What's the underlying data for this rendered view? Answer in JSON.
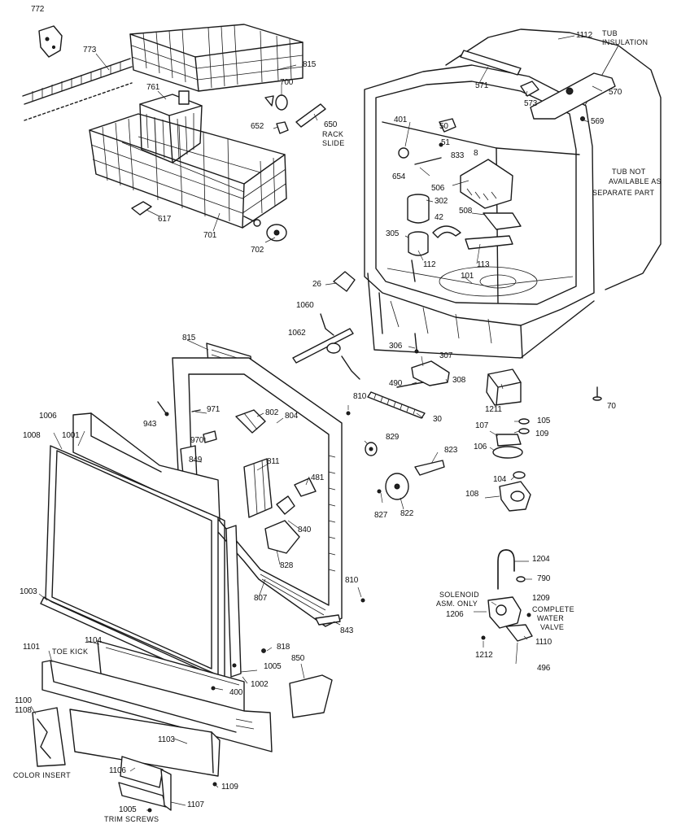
{
  "diagram": {
    "callouts": [
      {
        "id": "c772",
        "text": "772"
      },
      {
        "id": "c773",
        "text": "773"
      },
      {
        "id": "c815a",
        "text": "815"
      },
      {
        "id": "c761",
        "text": "761"
      },
      {
        "id": "c700",
        "text": "700"
      },
      {
        "id": "c652",
        "text": "652"
      },
      {
        "id": "c650",
        "text": "650"
      },
      {
        "id": "crack",
        "text": "RACK"
      },
      {
        "id": "cslide",
        "text": "SLIDE"
      },
      {
        "id": "c617",
        "text": "617"
      },
      {
        "id": "c701",
        "text": "701"
      },
      {
        "id": "c702",
        "text": "702"
      },
      {
        "id": "c1112",
        "text": "1112"
      },
      {
        "id": "ctub",
        "text": "TUB"
      },
      {
        "id": "cins",
        "text": "INSULATION"
      },
      {
        "id": "c571",
        "text": "571"
      },
      {
        "id": "c573",
        "text": "573"
      },
      {
        "id": "c570",
        "text": "570"
      },
      {
        "id": "c569",
        "text": "569"
      },
      {
        "id": "c401",
        "text": "401"
      },
      {
        "id": "c50",
        "text": "50"
      },
      {
        "id": "c51",
        "text": "51"
      },
      {
        "id": "c833",
        "text": "833"
      },
      {
        "id": "c8",
        "text": "8"
      },
      {
        "id": "c654",
        "text": "654"
      },
      {
        "id": "c506",
        "text": "506"
      },
      {
        "id": "ctubnot",
        "text": "TUB NOT"
      },
      {
        "id": "cavail",
        "text": "AVAILABLE AS"
      },
      {
        "id": "csep",
        "text": "SEPARATE PART"
      },
      {
        "id": "c302",
        "text": "302"
      },
      {
        "id": "c508",
        "text": "508"
      },
      {
        "id": "c42",
        "text": "42"
      },
      {
        "id": "c305",
        "text": "305"
      },
      {
        "id": "c112",
        "text": "112"
      },
      {
        "id": "c113",
        "text": "113"
      },
      {
        "id": "c101",
        "text": "101"
      },
      {
        "id": "c26",
        "text": "26"
      },
      {
        "id": "c1060",
        "text": "1060"
      },
      {
        "id": "c1062",
        "text": "1062"
      },
      {
        "id": "c306",
        "text": "306"
      },
      {
        "id": "c307",
        "text": "307"
      },
      {
        "id": "c490",
        "text": "490"
      },
      {
        "id": "c308",
        "text": "308"
      },
      {
        "id": "c1211",
        "text": "1211"
      },
      {
        "id": "c70",
        "text": "70"
      },
      {
        "id": "c815b",
        "text": "815"
      },
      {
        "id": "c810a",
        "text": "810"
      },
      {
        "id": "c30",
        "text": "30"
      },
      {
        "id": "c943",
        "text": "943"
      },
      {
        "id": "c971",
        "text": "971"
      },
      {
        "id": "c802",
        "text": "802"
      },
      {
        "id": "c804",
        "text": "804"
      },
      {
        "id": "c970",
        "text": "970"
      },
      {
        "id": "c849",
        "text": "849"
      },
      {
        "id": "c1006",
        "text": "1006"
      },
      {
        "id": "c1008",
        "text": "1008"
      },
      {
        "id": "c1001",
        "text": "1001"
      },
      {
        "id": "c829",
        "text": "829"
      },
      {
        "id": "c823",
        "text": "823"
      },
      {
        "id": "c107",
        "text": "107"
      },
      {
        "id": "c105",
        "text": "105"
      },
      {
        "id": "c109",
        "text": "109"
      },
      {
        "id": "c106",
        "text": "106"
      },
      {
        "id": "c104",
        "text": "104"
      },
      {
        "id": "c108",
        "text": "108"
      },
      {
        "id": "c811",
        "text": "811"
      },
      {
        "id": "c481",
        "text": "481"
      },
      {
        "id": "c827",
        "text": "827"
      },
      {
        "id": "c822",
        "text": "822"
      },
      {
        "id": "c840",
        "text": "840"
      },
      {
        "id": "c828",
        "text": "828"
      },
      {
        "id": "c1204",
        "text": "1204"
      },
      {
        "id": "c790",
        "text": "790"
      },
      {
        "id": "c1003",
        "text": "1003"
      },
      {
        "id": "c807",
        "text": "807"
      },
      {
        "id": "c810b",
        "text": "810"
      },
      {
        "id": "csol",
        "text": "SOLENOID"
      },
      {
        "id": "casm",
        "text": "ASM. ONLY"
      },
      {
        "id": "c1209",
        "text": "1209"
      },
      {
        "id": "ccomp",
        "text": "COMPLETE"
      },
      {
        "id": "cwater",
        "text": "WATER"
      },
      {
        "id": "cvalve",
        "text": "VALVE"
      },
      {
        "id": "c1206",
        "text": "1206"
      },
      {
        "id": "c843",
        "text": "843"
      },
      {
        "id": "c1110",
        "text": "1110"
      },
      {
        "id": "c1101",
        "text": "1101"
      },
      {
        "id": "c1104",
        "text": "1104"
      },
      {
        "id": "ctoe",
        "text": "TOE KICK"
      },
      {
        "id": "c818",
        "text": "818"
      },
      {
        "id": "c1212",
        "text": "1212"
      },
      {
        "id": "c496",
        "text": "496"
      },
      {
        "id": "c1005a",
        "text": "1005"
      },
      {
        "id": "c850",
        "text": "850"
      },
      {
        "id": "c1002",
        "text": "1002"
      },
      {
        "id": "c400",
        "text": "400"
      },
      {
        "id": "c1100",
        "text": "1100"
      },
      {
        "id": "c1108",
        "text": "1108"
      },
      {
        "id": "c1103",
        "text": "1103"
      },
      {
        "id": "ccolor",
        "text": "COLOR INSERT"
      },
      {
        "id": "c1106",
        "text": "1106"
      },
      {
        "id": "c1109",
        "text": "1109"
      },
      {
        "id": "c1107",
        "text": "1107"
      },
      {
        "id": "c1005b",
        "text": "1005"
      },
      {
        "id": "ctrim",
        "text": "TRIM SCREWS"
      }
    ]
  }
}
